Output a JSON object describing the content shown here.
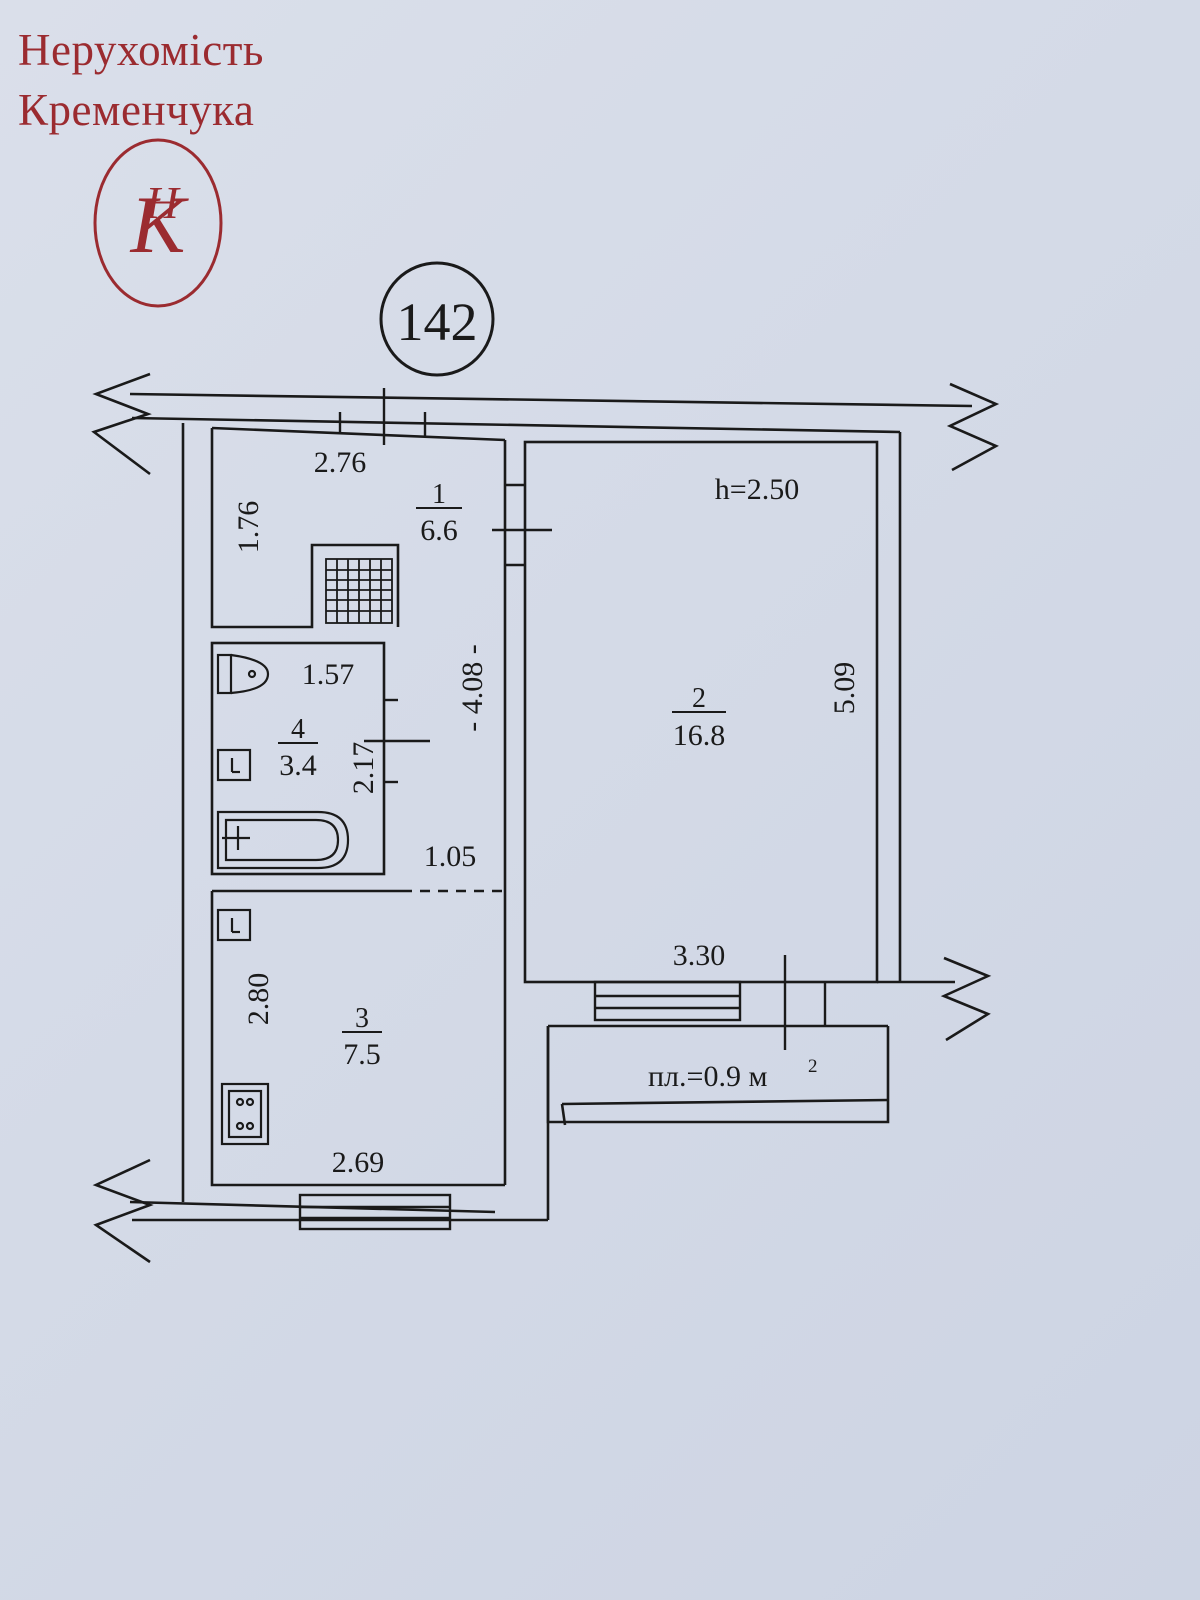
{
  "watermark": {
    "line1": "Нерухомість",
    "line2": "Кременчука",
    "monogram": "НК",
    "color": "#9b2b30"
  },
  "plan": {
    "apartment_number": "142",
    "ceiling_height": "h=2.50",
    "rooms": [
      {
        "number": "1",
        "area": "6.6"
      },
      {
        "number": "2",
        "area": "16.8"
      },
      {
        "number": "3",
        "area": "7.5"
      },
      {
        "number": "4",
        "area": "3.4"
      }
    ],
    "dimensions": {
      "hall_width": "2.76",
      "hall_height": "1.76",
      "corridor_length": "- 4.08 -",
      "bath_width": "1.57",
      "bath_height": "2.17",
      "corridor_width": "1.05",
      "kitchen_height": "2.80",
      "kitchen_width": "2.69",
      "living_width": "3.30",
      "living_height": "5.09"
    },
    "balcony": {
      "area_label": "пл.=0.9 м",
      "superscript": "2"
    },
    "line_color": "#1a1a1a"
  }
}
